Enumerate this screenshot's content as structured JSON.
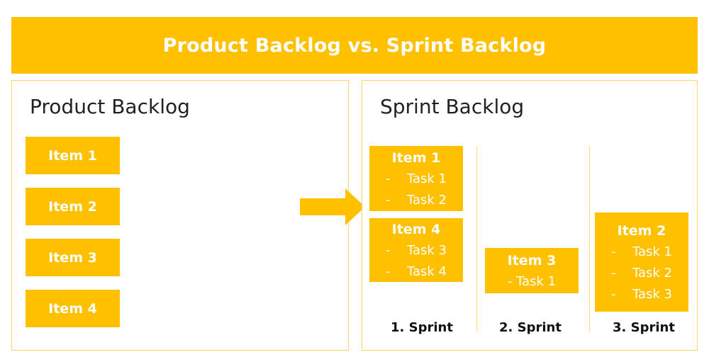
{
  "header": {
    "title": "Product Backlog vs. Sprint Backlog"
  },
  "product_backlog": {
    "title": "Product Backlog",
    "items": [
      "Item 1",
      "Item 2",
      "Item 3",
      "Item 4"
    ]
  },
  "sprint_backlog": {
    "title": "Sprint Backlog",
    "sprints": [
      {
        "label": "1. Sprint",
        "boxes": [
          {
            "item": "Item 1",
            "tasks": [
              "Task 1",
              "Task 2"
            ]
          },
          {
            "item": "Item 4",
            "tasks": [
              "Task 3",
              "Task 4"
            ]
          }
        ]
      },
      {
        "label": "2. Sprint",
        "boxes": [
          {
            "item": "Item 3",
            "tasks": [
              "- Task 1"
            ]
          }
        ]
      },
      {
        "label": "3. Sprint",
        "boxes": [
          {
            "item": "Item 2",
            "tasks": [
              "Task 1",
              "Task 2",
              "Task 3"
            ]
          }
        ]
      }
    ]
  },
  "colors": {
    "accent": "#FFC000",
    "border": "#FFD966",
    "text": "#222222"
  }
}
